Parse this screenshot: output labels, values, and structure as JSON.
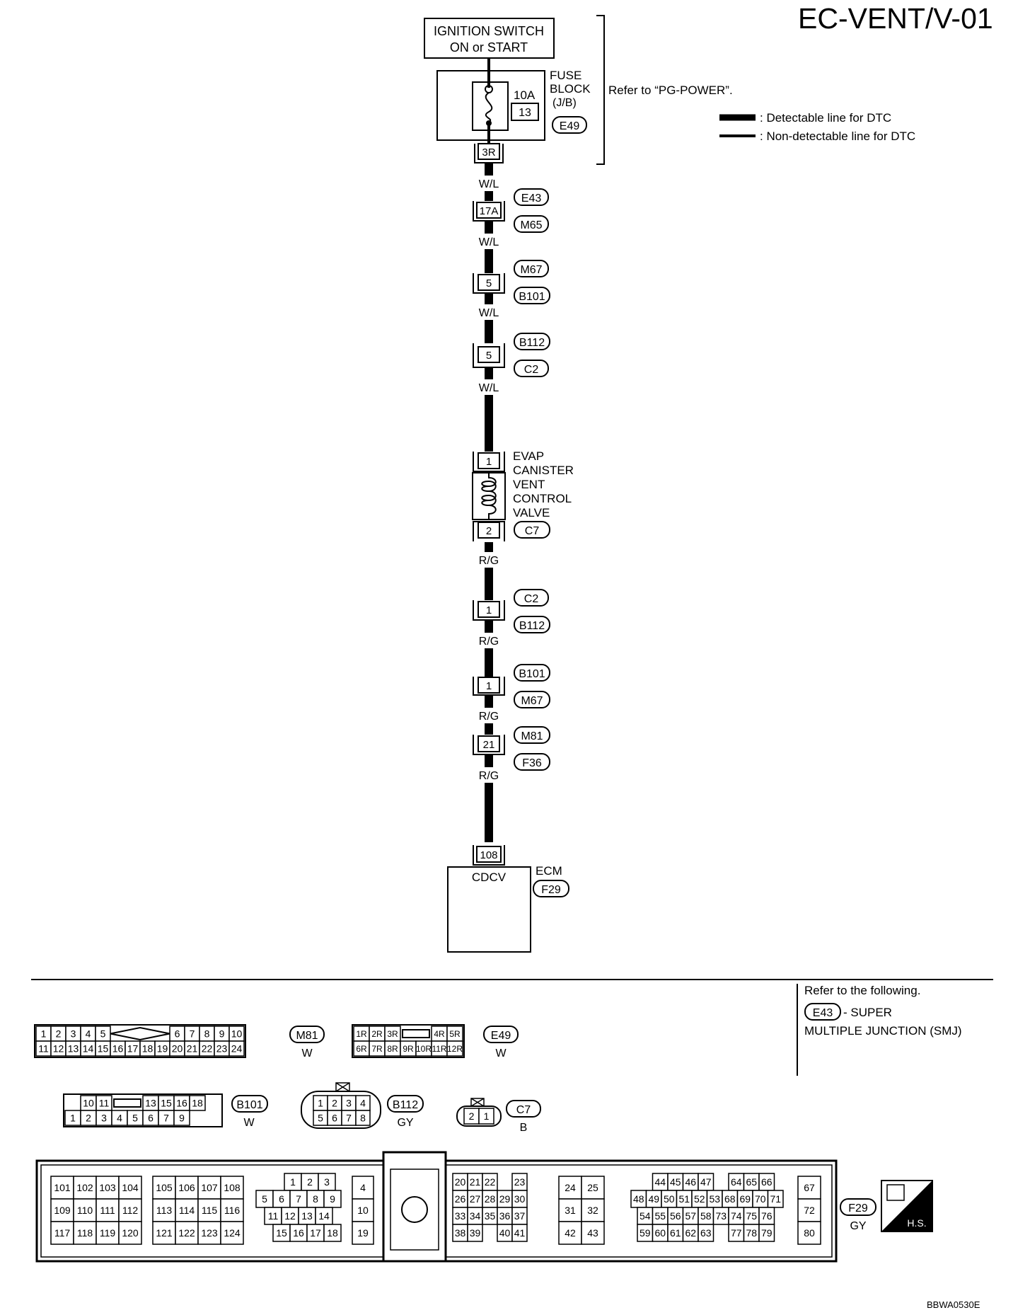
{
  "title": "EC-VENT/V-01",
  "footer_code": "BBWA0530E",
  "legend": {
    "detectable": ": Detectable line for DTC",
    "non_detectable": ": Non-detectable line for DTC"
  },
  "ignition": {
    "line1": "IGNITION SWITCH",
    "line2": "ON or START"
  },
  "fuse_block": {
    "label1": "FUSE",
    "label2": "BLOCK",
    "label3": "(J/B)",
    "amp": "10A",
    "fuse_no": "13",
    "connector": "E49",
    "refer": "Refer to “PG-POWER”."
  },
  "terminal_3r": "3R",
  "wire_wl": "W/L",
  "wire_rg": "R/G",
  "junctions": [
    {
      "terminal": "17A",
      "top": "E43",
      "bottom": "M65"
    },
    {
      "terminal": "5",
      "top": "M67",
      "bottom": "B101"
    },
    {
      "terminal": "5",
      "top": "B112",
      "bottom": "C2"
    },
    {
      "terminal": "1",
      "top": "C2",
      "bottom": "B112"
    },
    {
      "terminal": "1",
      "top": "B101",
      "bottom": "M67"
    },
    {
      "terminal": "21",
      "top": "M81",
      "bottom": "F36"
    }
  ],
  "valve": {
    "lines": [
      "EVAP",
      "CANISTER",
      "VENT",
      "CONTROL",
      "VALVE"
    ],
    "pin_top": "1",
    "pin_bottom": "2",
    "connector": "C7"
  },
  "ecm": {
    "terminal": "108",
    "signal": "CDCV",
    "label": "ECM",
    "connector": "F29"
  },
  "refer_box": {
    "line1": "Refer to the following.",
    "connector": "E43",
    "line2": "- SUPER",
    "line3": "MULTIPLE JUNCTION (SMJ)"
  },
  "connectors": {
    "m81": {
      "name": "M81",
      "color": "W",
      "top_left": [
        "1",
        "2",
        "3",
        "4",
        "5"
      ],
      "top_right": [
        "6",
        "7",
        "8",
        "9",
        "10"
      ],
      "bottom": [
        "11",
        "12",
        "13",
        "14",
        "15",
        "16",
        "17",
        "18",
        "19",
        "20",
        "21",
        "22",
        "23",
        "24"
      ]
    },
    "e49": {
      "name": "E49",
      "color": "W",
      "top_left": [
        "1R",
        "2R",
        "3R"
      ],
      "top_right": [
        "4R",
        "5R"
      ],
      "bottom": [
        "6R",
        "7R",
        "8R",
        "9R",
        "10R",
        "11R",
        "12R"
      ]
    },
    "b101": {
      "name": "B101",
      "color": "W",
      "top_left": [
        "10",
        "11"
      ],
      "top_right": [
        "13",
        "15",
        "16",
        "18"
      ],
      "bottom": [
        "1",
        "2",
        "3",
        "4",
        "5",
        "6",
        "7",
        "9"
      ]
    },
    "b112": {
      "name": "B112",
      "color": "GY",
      "top": [
        "1",
        "2",
        "3",
        "4"
      ],
      "bottom": [
        "5",
        "6",
        "7",
        "8"
      ]
    },
    "c7": {
      "name": "C7",
      "color": "B",
      "pins": [
        "2",
        "1"
      ]
    },
    "f29": {
      "name": "F29",
      "color": "GY",
      "hs": "H.S.",
      "group1": [
        [
          "101",
          "102",
          "103",
          "104"
        ],
        [
          "109",
          "110",
          "111",
          "112"
        ],
        [
          "117",
          "118",
          "119",
          "120"
        ]
      ],
      "group2": [
        [
          "105",
          "106",
          "107",
          "108"
        ],
        [
          "113",
          "114",
          "115",
          "116"
        ],
        [
          "121",
          "122",
          "123",
          "124"
        ]
      ],
      "group3": [
        [
          "1",
          "2",
          "3"
        ],
        [
          "5",
          "6",
          "7",
          "8",
          "9"
        ],
        [
          "11",
          "12",
          "13",
          "14"
        ],
        [
          "15",
          "16",
          "17",
          "18"
        ]
      ],
      "group4": [
        "4",
        "10",
        "19"
      ],
      "group5": [
        [
          "20",
          "21",
          "22",
          "",
          "23"
        ],
        [
          "26",
          "27",
          "28",
          "29",
          "30"
        ],
        [
          "33",
          "34",
          "35",
          "36",
          "37"
        ],
        [
          "38",
          "39",
          "",
          "40",
          "41"
        ]
      ],
      "group6": [
        [
          "24",
          "25"
        ],
        [
          "31",
          "32"
        ],
        [
          "42",
          "43"
        ]
      ],
      "group7": [
        [
          "",
          "44",
          "45",
          "46",
          "47",
          "",
          "64",
          "65",
          "66"
        ],
        [
          "48",
          "49",
          "50",
          "51",
          "52",
          "53",
          "68",
          "69",
          "70",
          "71"
        ],
        [
          "54",
          "55",
          "56",
          "57",
          "58",
          "73",
          "74",
          "75",
          "76"
        ],
        [
          "59",
          "60",
          "61",
          "62",
          "63",
          "",
          "77",
          "78",
          "79"
        ]
      ],
      "group8": [
        "67",
        "72",
        "80"
      ]
    }
  }
}
